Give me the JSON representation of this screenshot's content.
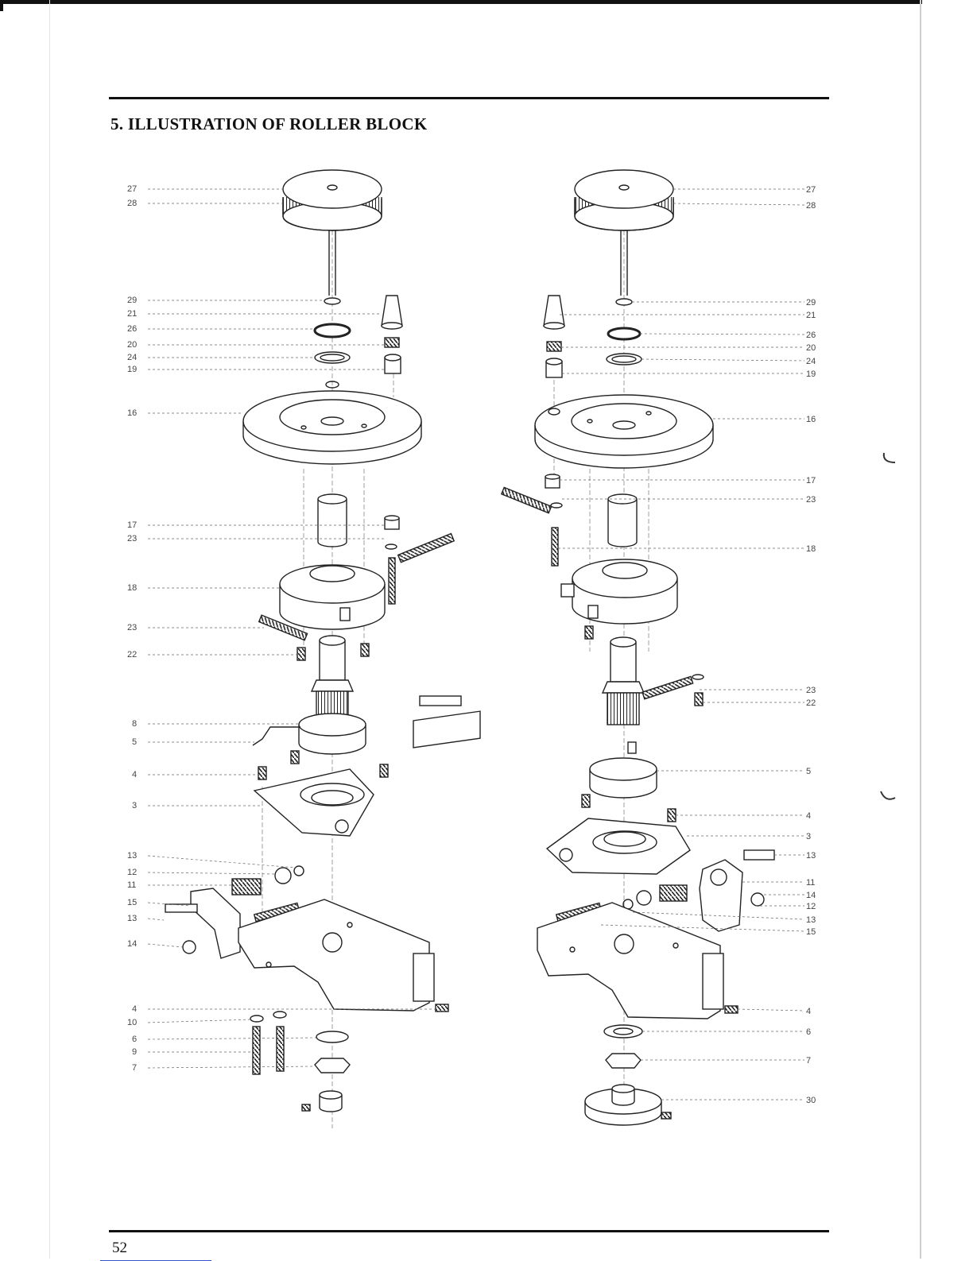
{
  "section_title": "5. ILLUSTRATION OF ROLLER BLOCK",
  "page_number": "52",
  "left_callouts": [
    "27",
    "28",
    "29",
    "21",
    "26",
    "20",
    "24",
    "19",
    "16",
    "17",
    "23",
    "18",
    "23",
    "22",
    "8",
    "5",
    "4",
    "3",
    "13",
    "12",
    "11",
    "15",
    "13",
    "14",
    "4",
    "10",
    "6",
    "9",
    "7"
  ],
  "right_callouts": [
    "27",
    "28",
    "29",
    "21",
    "26",
    "20",
    "24",
    "19",
    "16",
    "17",
    "23",
    "18",
    "23",
    "22",
    "5",
    "4",
    "3",
    "13",
    "11",
    "14",
    "12",
    "13",
    "15",
    "4",
    "6",
    "7",
    "30"
  ]
}
